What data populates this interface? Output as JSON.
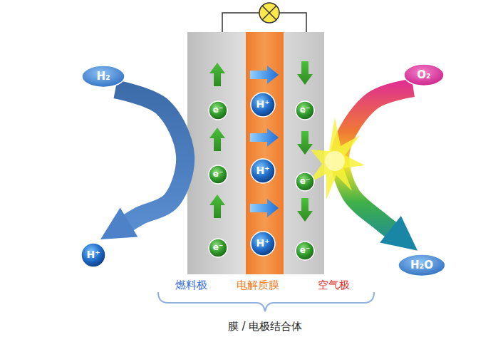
{
  "diagram": {
    "nodes": [
      {
        "text": [
          "H₂"
        ]
      },
      {
        "text": [
          "O₂"
        ]
      },
      {
        "text": [
          "e⁻"
        ]
      },
      {
        "text": [
          "e⁻"
        ]
      },
      {
        "text": [
          "e⁻"
        ]
      },
      {
        "text": [
          "H⁺"
        ]
      },
      {
        "text": [
          "H⁺"
        ]
      },
      {
        "text": [
          "H⁺"
        ]
      },
      {
        "text": [
          "e⁻"
        ]
      },
      {
        "text": [
          "e⁻"
        ]
      },
      {
        "text": [
          "e⁻"
        ]
      },
      {
        "text": [
          "H⁺"
        ]
      },
      {
        "text": [
          "H₂O"
        ]
      }
    ],
    "edges": [
      {
        "from": 0,
        "to": 11,
        "arrow": "to"
      },
      {
        "from": 1,
        "to": 12,
        "arrow": "to"
      }
    ],
    "labels": [
      "燃料极",
      "电解质膜",
      "空气极",
      "膜 / 电极结合体"
    ]
  }
}
